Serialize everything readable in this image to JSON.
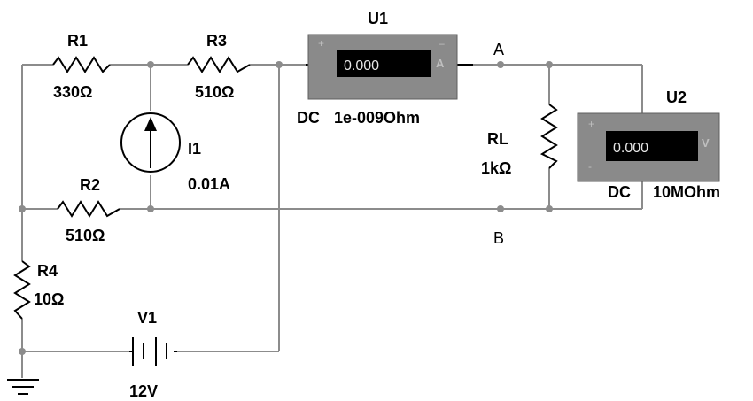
{
  "resistors": {
    "r1": {
      "name": "R1",
      "value": "330Ω"
    },
    "r2": {
      "name": "R2",
      "value": "510Ω"
    },
    "r3": {
      "name": "R3",
      "value": "510Ω"
    },
    "r4": {
      "name": "R4",
      "value": "10Ω"
    },
    "rl": {
      "name": "RL",
      "value": "1kΩ"
    }
  },
  "current_source": {
    "name": "I1",
    "value": "0.01A"
  },
  "voltage_source": {
    "name": "V1",
    "value": "12V"
  },
  "ammeter": {
    "name": "U1",
    "reading": "0.000",
    "unit": "A",
    "plus": "+",
    "minus": "–",
    "mode": "DC",
    "resistance": "1e-009Ohm"
  },
  "voltmeter": {
    "name": "U2",
    "reading": "0.000",
    "unit": "V",
    "plus": "+",
    "minus": "-",
    "mode": "DC",
    "resistance": "10MOhm"
  },
  "nodes": {
    "a": "A",
    "b": "B"
  },
  "colors": {
    "wire": "#8c8c8c",
    "meter_body": "#8a8a8a",
    "meter_screen": "#000000",
    "component": "#000000"
  }
}
